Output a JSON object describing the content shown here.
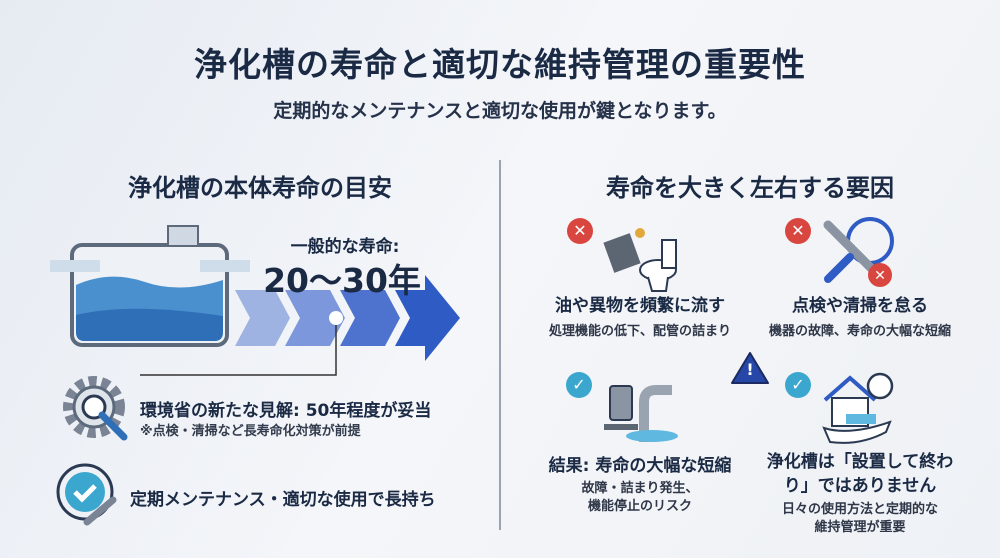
{
  "title": "浄化槽の寿命と適切な維持管理の重要性",
  "subtitle": "定期的なメンテナンスと適切な使用が鍵となります。",
  "left": {
    "heading": "浄化槽の本体寿命の目安",
    "life_label": "一般的な寿命:",
    "life_value": "20〜30年",
    "ministry_view": "環境省の新たな見解: 50年程度が妥当",
    "ministry_note": "※点検・清掃など長寿命化対策が前提",
    "maintenance": "定期メンテナンス・適切な使用で長持ち"
  },
  "right": {
    "heading": "寿命を大きく左右する要因",
    "items": [
      {
        "title": "油や異物を頻繁に流す",
        "sub": "処理機能の低下、配管の詰まり",
        "badge": "✕"
      },
      {
        "title": "点検や清掃を怠る",
        "sub": "機器の故障、寿命の大幅な短縮",
        "badge": "✕"
      },
      {
        "title": "結果: 寿命の大幅な短縮",
        "sub1": "故障・詰まり発生、",
        "sub2": "機能停止のリスク",
        "badge": "✓"
      },
      {
        "title1": "浄化槽は「設置して終わ",
        "title2": "り」ではありません",
        "sub1": "日々の使用方法と定期的な",
        "sub2": "維持管理が重要",
        "badge": "✓"
      }
    ],
    "warning": "!"
  },
  "colors": {
    "navy": "#1b2a44",
    "blue": "#2f5bc4",
    "red": "#d9463f",
    "teal": "#3ba7cf"
  }
}
